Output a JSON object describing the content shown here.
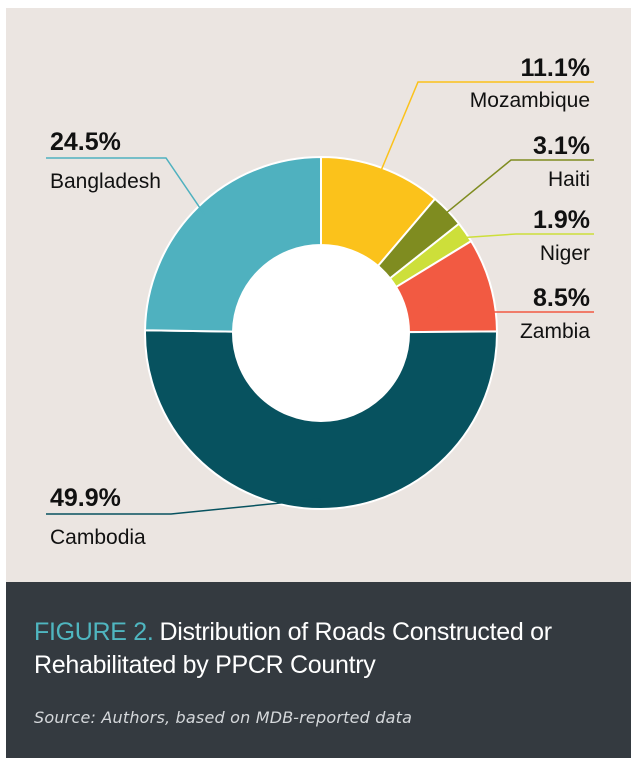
{
  "chart_data": {
    "type": "pie",
    "donut": true,
    "slices": [
      {
        "label": "Mozambique",
        "value_label": "11.1%",
        "value": 11.1,
        "color": "#fbc21b"
      },
      {
        "label": "Haiti",
        "value_label": "3.1%",
        "value": 3.1,
        "color": "#7f8c20"
      },
      {
        "label": "Niger",
        "value_label": "1.9%",
        "value": 1.9,
        "color": "#cddf3a"
      },
      {
        "label": "Zambia",
        "value_label": "8.5%",
        "value": 8.5,
        "color": "#f25a42"
      },
      {
        "label": "Cambodia",
        "value_label": "49.9%",
        "value": 49.9,
        "color": "#07525f"
      },
      {
        "label": "Bangladesh",
        "value_label": "24.5%",
        "value": 24.5,
        "color": "#4fb1bf"
      }
    ]
  },
  "caption": {
    "label": "FIGURE 2.",
    "title": "Distribution of Roads Constructed or Rehabilitated by PPCR Country",
    "source": "Source: Authors, based on MDB-reported data"
  }
}
